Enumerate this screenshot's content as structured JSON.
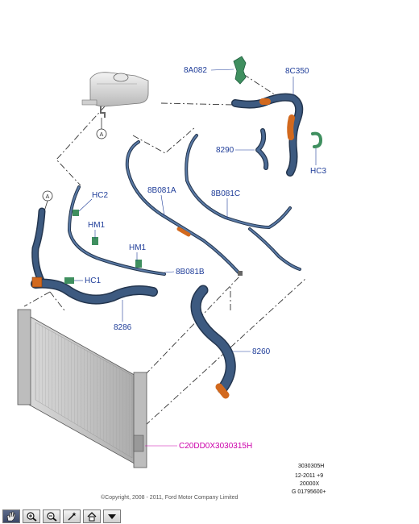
{
  "parts": {
    "p8A082": "8A082",
    "p8C350": "8C350",
    "p8290": "8290",
    "pHC3": "HC3",
    "pHC2": "HC2",
    "p8B081A": "8B081A",
    "p8B081C": "8B081C",
    "pHM1a": "HM1",
    "pHM1b": "HM1",
    "p8B081B": "8B081B",
    "pHC1": "HC1",
    "p8286": "8286",
    "p8260": "8260",
    "pC20": "C20DD0X3030315H"
  },
  "callouts": {
    "a_top": "A",
    "a_left": "A"
  },
  "ref_block": {
    "line1": "3030305H",
    "line2": "12-2011 +9",
    "line3": "20000X",
    "line4": "G 01795600+"
  },
  "copyright": "©Copyright, 2008 - 2011, Ford Motor Company Limited",
  "toolbar": {
    "buttons": [
      {
        "name": "pan-hand-icon"
      },
      {
        "name": "zoom-in-icon"
      },
      {
        "name": "zoom-out-icon"
      },
      {
        "name": "magic-wand-icon"
      },
      {
        "name": "home-icon"
      },
      {
        "name": "dropdown-arrow-icon"
      }
    ]
  },
  "colors": {
    "hose": "#3d5a80",
    "hose_dark": "#24364f",
    "hose_orange": "#d2691e",
    "clip_green": "#3f8f5f",
    "label_blue": "#1f3d99",
    "label_magenta": "#cc00aa"
  }
}
